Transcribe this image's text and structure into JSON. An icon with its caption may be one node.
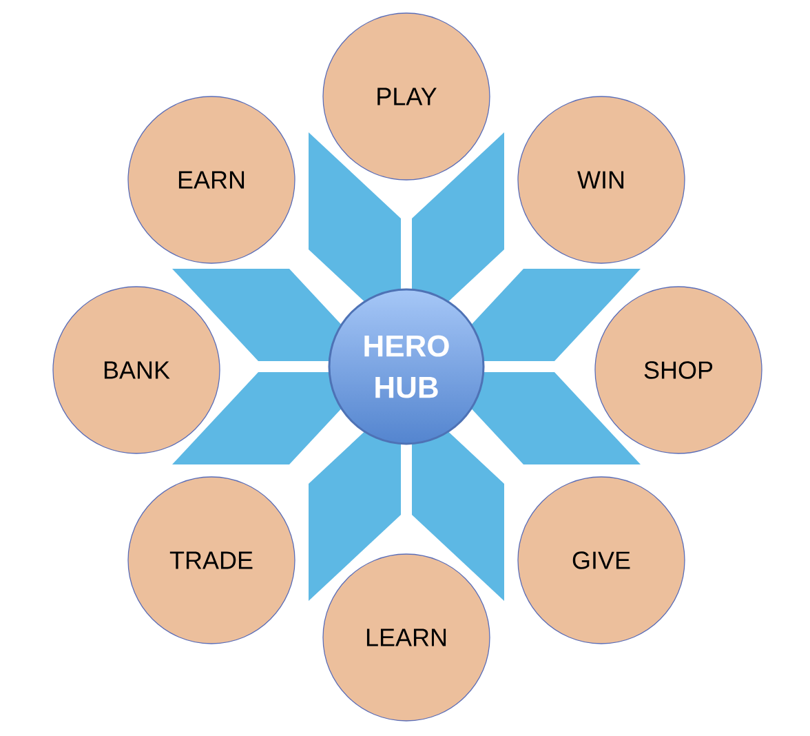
{
  "diagram": {
    "nodes": [
      {
        "text": [
          "HERO HUB"
        ]
      },
      {
        "text": [
          "PLAY"
        ]
      },
      {
        "text": [
          "WIN"
        ]
      },
      {
        "text": [
          "SHOP"
        ]
      },
      {
        "text": [
          "GIVE"
        ]
      },
      {
        "text": [
          "LEARN"
        ]
      },
      {
        "text": [
          "TRADE"
        ]
      },
      {
        "text": [
          "BANK"
        ]
      },
      {
        "text": [
          "EARN"
        ]
      }
    ]
  }
}
